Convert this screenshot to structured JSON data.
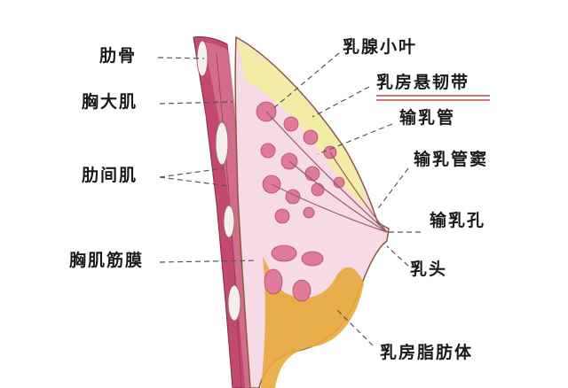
{
  "diagram": {
    "type": "anatomical-cross-section",
    "subject": "breast anatomy",
    "colors": {
      "muscle": "#c24a6e",
      "muscle_light": "#d87a96",
      "rib": "#f6eeec",
      "fat_upper": "#f1ee9a",
      "fat_lower": "#e8a93a",
      "lobule": "#e07a9a",
      "tissue": "#f6dbe6",
      "outline": "#8a5a3e",
      "leader_line": "#555555",
      "underline": "#c97a6e"
    },
    "labels_left": [
      {
        "id": "rib",
        "text": "肋骨"
      },
      {
        "id": "pectoralis-major",
        "text": "胸大肌"
      },
      {
        "id": "intercostal-muscle",
        "text": "肋间肌"
      },
      {
        "id": "pectoral-fascia",
        "text": "胸肌筋膜"
      }
    ],
    "labels_right": [
      {
        "id": "mammary-lobule",
        "text": "乳腺小叶"
      },
      {
        "id": "suspensory-ligament",
        "text": "乳房悬韧带"
      },
      {
        "id": "lactiferous-duct",
        "text": "输乳管"
      },
      {
        "id": "lactiferous-sinus",
        "text": "输乳管窦"
      },
      {
        "id": "nipple-pore",
        "text": "输乳孔"
      },
      {
        "id": "nipple",
        "text": "乳头"
      },
      {
        "id": "breast-fat",
        "text": "乳房脂肪体"
      }
    ]
  }
}
